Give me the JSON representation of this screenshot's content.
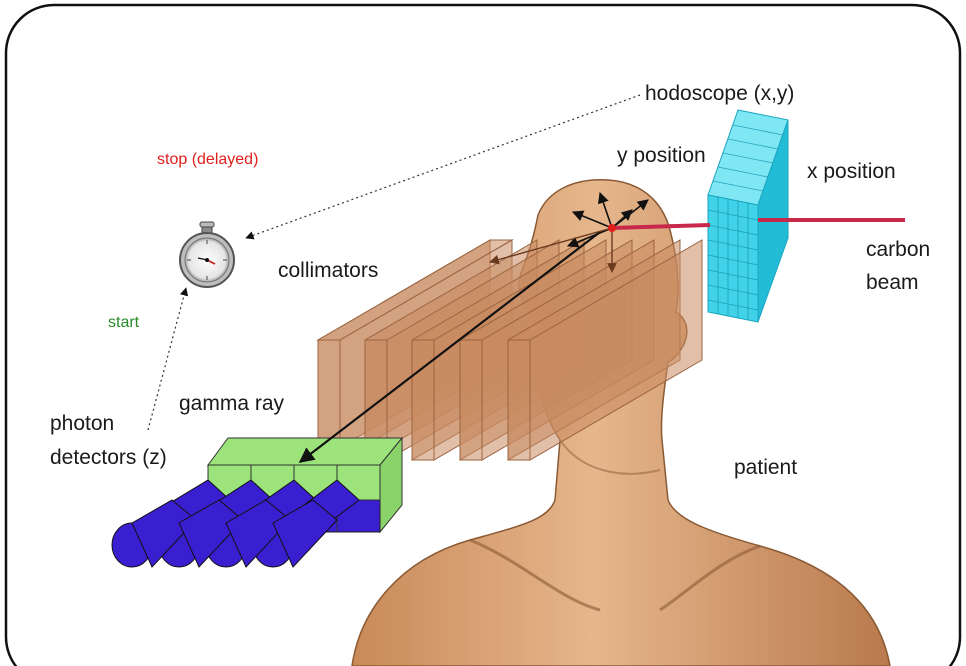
{
  "labels": {
    "hodoscope": "hodoscope (x,y)",
    "y_position": "y position",
    "x_position": "x position",
    "stop": "stop (delayed)",
    "collimators": "collimators",
    "carbon_line1": "carbon",
    "carbon_line2": "beam",
    "start": "start",
    "gamma_ray": "gamma ray",
    "photon_line1": "photon",
    "photon_line2": "detectors (z)",
    "patient": "patient"
  },
  "colors": {
    "frame": "#111111",
    "stop_text": "#e0201c",
    "start_text": "#2a8a2a",
    "beam": "#c8294a",
    "hodoscope": "#3fd2e8",
    "collimator": "#c98a60",
    "detector_green": "#9be37a",
    "detector_blue": "#3a1fd0",
    "skin": "#d9a274"
  },
  "icons": [
    "stopwatch-icon"
  ]
}
